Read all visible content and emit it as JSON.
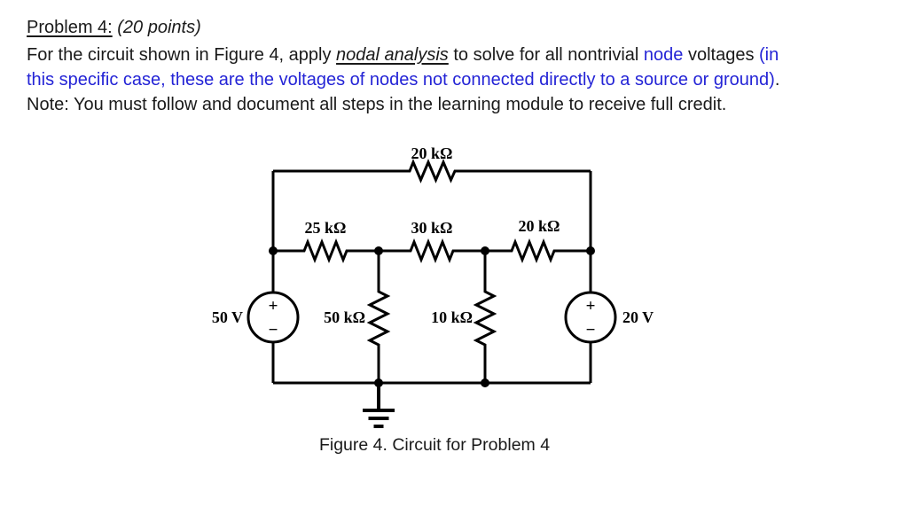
{
  "colors": {
    "text": "#1a1a1a",
    "accent_blue": "#2424d6",
    "line": "#000000",
    "background": "#ffffff"
  },
  "problem": {
    "heading": "Problem 4:",
    "heading_points": " (20 points)",
    "line2": {
      "t1": "For the circuit shown in Figure 4, apply ",
      "t2": "nodal analysis",
      "t3": " to solve for all nontrivial ",
      "t4": "node",
      "t5": " voltages ",
      "t6": "(in"
    },
    "line3": {
      "t1": "this specific case, these are the voltages of nodes not connected directly to a source or ground)",
      "t2": "."
    },
    "note": "Note: You must follow and document all steps in the learning module to receive full credit."
  },
  "circuit": {
    "resistors": {
      "top": "20 kΩ",
      "series_left": "25 kΩ",
      "series_mid": "30 kΩ",
      "series_right": "20 kΩ",
      "shunt_left": "50 kΩ",
      "shunt_right": "10 kΩ"
    },
    "sources": {
      "left": {
        "label": "50 V",
        "plus": "+",
        "minus": "−"
      },
      "right": {
        "label": "20 V",
        "plus": "+",
        "minus": "−"
      }
    },
    "caption": "Figure 4. Circuit for Problem 4"
  }
}
